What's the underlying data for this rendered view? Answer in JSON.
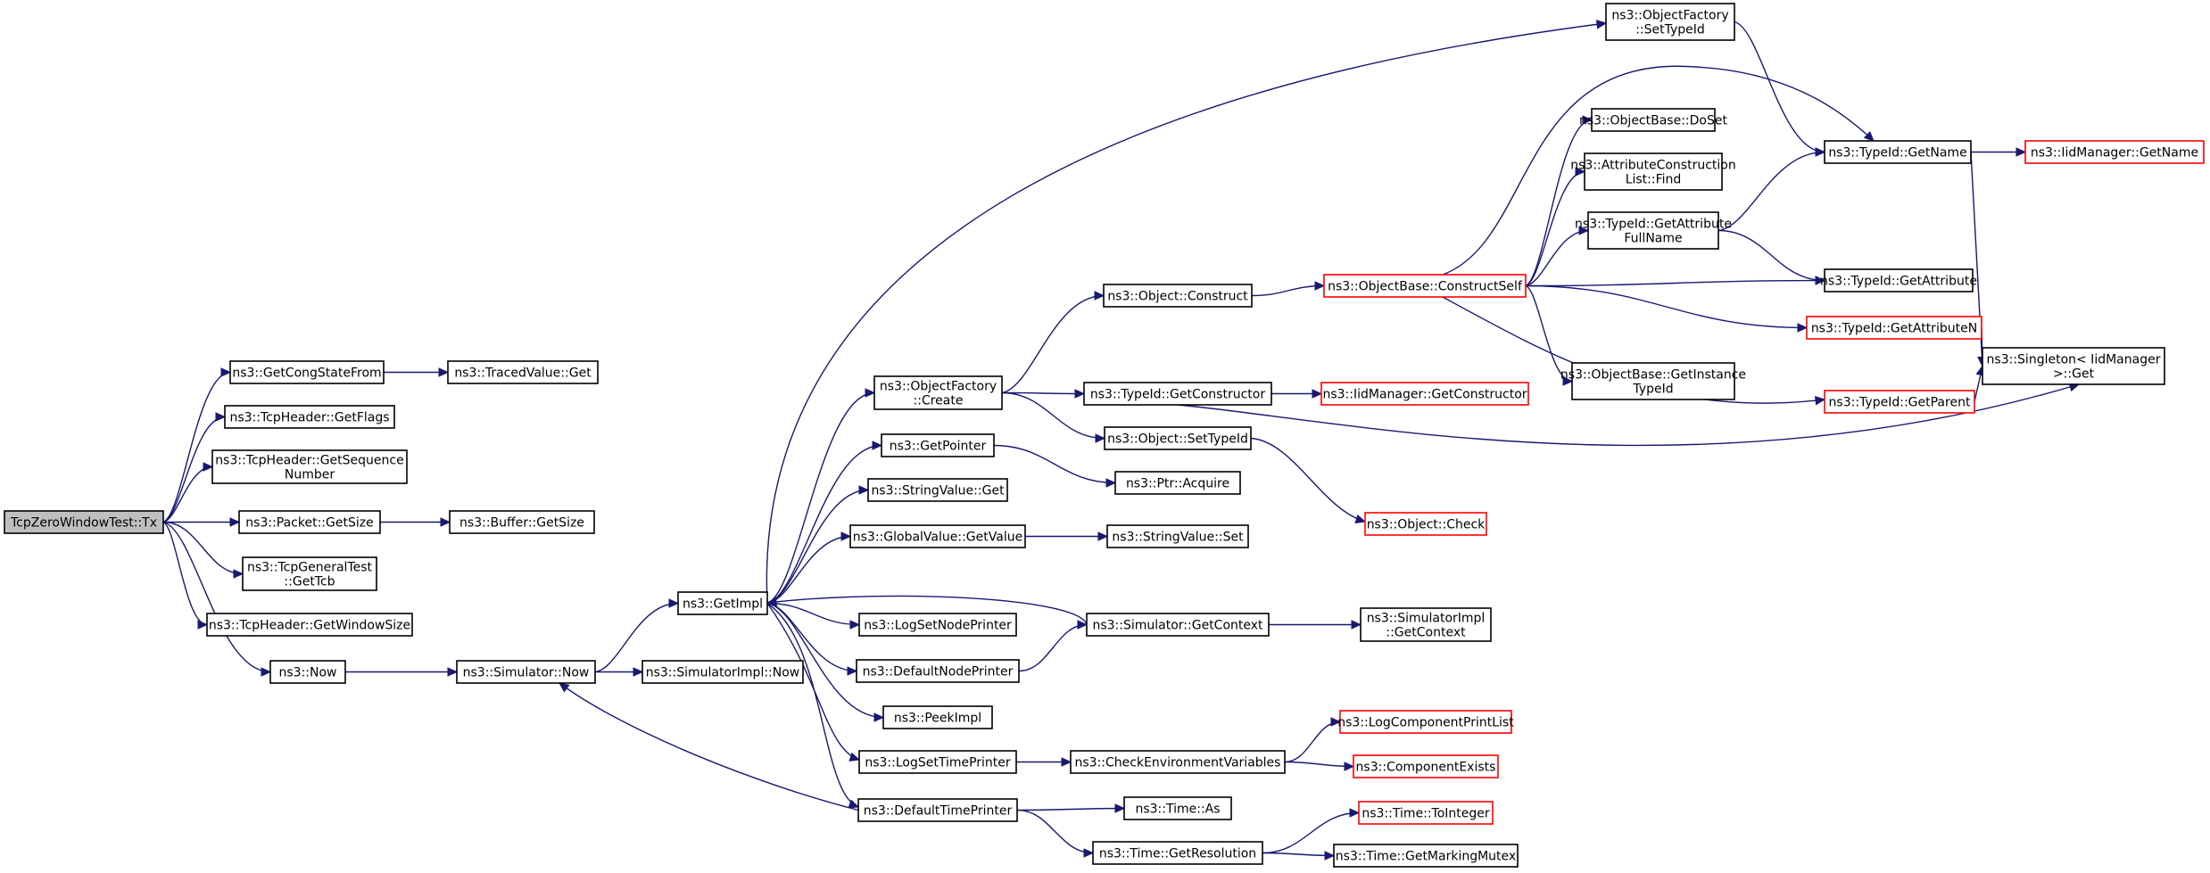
{
  "colors": {
    "edge": "#191970",
    "node_border": "#000000",
    "node_border_truncated": "#ff0000",
    "root_fill": "#bfbfbf",
    "node_fill": "#ffffff"
  },
  "nodes": [
    {
      "id": "root",
      "lines": [
        "TcpZeroWindowTest::Tx"
      ],
      "style": "root"
    },
    {
      "id": "getcong",
      "lines": [
        "ns3::GetCongStateFrom"
      ],
      "style": "normal"
    },
    {
      "id": "tracedget",
      "lines": [
        "ns3::TracedValue::Get"
      ],
      "style": "normal"
    },
    {
      "id": "getflags",
      "lines": [
        "ns3::TcpHeader::GetFlags"
      ],
      "style": "normal"
    },
    {
      "id": "getseq",
      "lines": [
        "ns3::TcpHeader::GetSequence",
        "Number"
      ],
      "style": "normal"
    },
    {
      "id": "pktsize",
      "lines": [
        "ns3::Packet::GetSize"
      ],
      "style": "normal"
    },
    {
      "id": "bufsize",
      "lines": [
        "ns3::Buffer::GetSize"
      ],
      "style": "normal"
    },
    {
      "id": "gettcb",
      "lines": [
        "ns3::TcpGeneralTest",
        "::GetTcb"
      ],
      "style": "normal"
    },
    {
      "id": "getwin",
      "lines": [
        "ns3::TcpHeader::GetWindowSize"
      ],
      "style": "normal"
    },
    {
      "id": "now",
      "lines": [
        "ns3::Now"
      ],
      "style": "normal"
    },
    {
      "id": "simnow",
      "lines": [
        "ns3::Simulator::Now"
      ],
      "style": "normal"
    },
    {
      "id": "simimplnow",
      "lines": [
        "ns3::SimulatorImpl::Now"
      ],
      "style": "normal"
    },
    {
      "id": "getimpl",
      "lines": [
        "ns3::GetImpl"
      ],
      "style": "normal"
    },
    {
      "id": "ofcreate",
      "lines": [
        "ns3::ObjectFactory",
        "::Create"
      ],
      "style": "normal"
    },
    {
      "id": "getpointer",
      "lines": [
        "ns3::GetPointer"
      ],
      "style": "normal"
    },
    {
      "id": "strget",
      "lines": [
        "ns3::StringValue::Get"
      ],
      "style": "normal"
    },
    {
      "id": "gvget",
      "lines": [
        "ns3::GlobalValue::GetValue"
      ],
      "style": "normal"
    },
    {
      "id": "logsetnode",
      "lines": [
        "ns3::LogSetNodePrinter"
      ],
      "style": "normal"
    },
    {
      "id": "defnode",
      "lines": [
        "ns3::DefaultNodePrinter"
      ],
      "style": "normal"
    },
    {
      "id": "peekimpl",
      "lines": [
        "ns3::PeekImpl"
      ],
      "style": "normal"
    },
    {
      "id": "logsettime",
      "lines": [
        "ns3::LogSetTimePrinter"
      ],
      "style": "normal"
    },
    {
      "id": "deftime",
      "lines": [
        "ns3::DefaultTimePrinter"
      ],
      "style": "normal"
    },
    {
      "id": "objconstruct",
      "lines": [
        "ns3::Object::Construct"
      ],
      "style": "normal"
    },
    {
      "id": "tidgetctor",
      "lines": [
        "ns3::TypeId::GetConstructor"
      ],
      "style": "normal"
    },
    {
      "id": "objsettid",
      "lines": [
        "ns3::Object::SetTypeId"
      ],
      "style": "normal"
    },
    {
      "id": "ptracq",
      "lines": [
        "ns3::Ptr::Acquire"
      ],
      "style": "normal"
    },
    {
      "id": "strset",
      "lines": [
        "ns3::StringValue::Set"
      ],
      "style": "normal"
    },
    {
      "id": "simgetctx",
      "lines": [
        "ns3::Simulator::GetContext"
      ],
      "style": "normal"
    },
    {
      "id": "checkenv",
      "lines": [
        "ns3::CheckEnvironmentVariables"
      ],
      "style": "normal"
    },
    {
      "id": "timeas",
      "lines": [
        "ns3::Time::As"
      ],
      "style": "normal"
    },
    {
      "id": "timeres",
      "lines": [
        "ns3::Time::GetResolution"
      ],
      "style": "normal"
    },
    {
      "id": "ofsettid",
      "lines": [
        "ns3::ObjectFactory",
        "::SetTypeId"
      ],
      "style": "normal"
    },
    {
      "id": "obconstructself",
      "lines": [
        "ns3::ObjectBase::ConstructSelf"
      ],
      "style": "truncated"
    },
    {
      "id": "iidgetctor",
      "lines": [
        "ns3::IidManager::GetConstructor"
      ],
      "style": "truncated"
    },
    {
      "id": "objcheck",
      "lines": [
        "ns3::Object::Check"
      ],
      "style": "truncated"
    },
    {
      "id": "simimplctx",
      "lines": [
        "ns3::SimulatorImpl",
        "::GetContext"
      ],
      "style": "normal"
    },
    {
      "id": "logcomplist",
      "lines": [
        "ns3::LogComponentPrintList"
      ],
      "style": "truncated"
    },
    {
      "id": "compexists",
      "lines": [
        "ns3::ComponentExists"
      ],
      "style": "truncated"
    },
    {
      "id": "tointeger",
      "lines": [
        "ns3::Time::ToInteger"
      ],
      "style": "truncated"
    },
    {
      "id": "markingmutex",
      "lines": [
        "ns3::Time::GetMarkingMutex"
      ],
      "style": "normal"
    },
    {
      "id": "obdoset",
      "lines": [
        "ns3::ObjectBase::DoSet"
      ],
      "style": "normal"
    },
    {
      "id": "attrfind",
      "lines": [
        "ns3::AttributeConstruction",
        "List::Find"
      ],
      "style": "normal"
    },
    {
      "id": "tidgetattrfull",
      "lines": [
        "ns3::TypeId::GetAttribute",
        "FullName"
      ],
      "style": "normal"
    },
    {
      "id": "obgetinst",
      "lines": [
        "ns3::ObjectBase::GetInstance",
        "TypeId"
      ],
      "style": "normal"
    },
    {
      "id": "tidgetname",
      "lines": [
        "ns3::TypeId::GetName"
      ],
      "style": "normal"
    },
    {
      "id": "tidgetattr",
      "lines": [
        "ns3::TypeId::GetAttribute"
      ],
      "style": "normal"
    },
    {
      "id": "tidgetattrn",
      "lines": [
        "ns3::TypeId::GetAttributeN"
      ],
      "style": "truncated"
    },
    {
      "id": "tidgetparent",
      "lines": [
        "ns3::TypeId::GetParent"
      ],
      "style": "truncated"
    },
    {
      "id": "iidgetname",
      "lines": [
        "ns3::IidManager::GetName"
      ],
      "style": "truncated"
    },
    {
      "id": "singleton",
      "lines": [
        "ns3::Singleton< IidManager",
        ">::Get"
      ],
      "style": "normal"
    }
  ],
  "edges": [
    [
      "root",
      "getcong"
    ],
    [
      "root",
      "getflags"
    ],
    [
      "root",
      "getseq"
    ],
    [
      "root",
      "pktsize"
    ],
    [
      "root",
      "gettcb"
    ],
    [
      "root",
      "getwin"
    ],
    [
      "root",
      "now"
    ],
    [
      "getcong",
      "tracedget"
    ],
    [
      "pktsize",
      "bufsize"
    ],
    [
      "now",
      "simnow"
    ],
    [
      "simnow",
      "getimpl"
    ],
    [
      "simnow",
      "simimplnow"
    ],
    [
      "getimpl",
      "ofsettid"
    ],
    [
      "getimpl",
      "ofcreate"
    ],
    [
      "getimpl",
      "getpointer"
    ],
    [
      "getimpl",
      "strget"
    ],
    [
      "getimpl",
      "gvget"
    ],
    [
      "getimpl",
      "logsetnode"
    ],
    [
      "getimpl",
      "defnode"
    ],
    [
      "getimpl",
      "peekimpl"
    ],
    [
      "getimpl",
      "logsettime"
    ],
    [
      "getimpl",
      "deftime"
    ],
    [
      "ofcreate",
      "objconstruct"
    ],
    [
      "ofcreate",
      "tidgetctor"
    ],
    [
      "ofcreate",
      "objsettid"
    ],
    [
      "getpointer",
      "ptracq"
    ],
    [
      "gvget",
      "strset"
    ],
    [
      "defnode",
      "simgetctx"
    ],
    [
      "simgetctx",
      "getimpl"
    ],
    [
      "simgetctx",
      "simimplctx"
    ],
    [
      "logsettime",
      "checkenv"
    ],
    [
      "checkenv",
      "logcomplist"
    ],
    [
      "checkenv",
      "compexists"
    ],
    [
      "deftime",
      "simnow"
    ],
    [
      "deftime",
      "timeas"
    ],
    [
      "deftime",
      "timeres"
    ],
    [
      "timeres",
      "tointeger"
    ],
    [
      "timeres",
      "markingmutex"
    ],
    [
      "objconstruct",
      "obconstructself"
    ],
    [
      "tidgetctor",
      "iidgetctor"
    ],
    [
      "tidgetctor",
      "singleton"
    ],
    [
      "objsettid",
      "objcheck"
    ],
    [
      "obconstructself",
      "tidgetname"
    ],
    [
      "obconstructself",
      "obdoset"
    ],
    [
      "obconstructself",
      "attrfind"
    ],
    [
      "obconstructself",
      "tidgetattrfull"
    ],
    [
      "obconstructself",
      "tidgetattr"
    ],
    [
      "obconstructself",
      "tidgetattrn"
    ],
    [
      "obconstructself",
      "obgetinst"
    ],
    [
      "obconstructself",
      "tidgetparent"
    ],
    [
      "tidgetattrfull",
      "tidgetname"
    ],
    [
      "tidgetattrfull",
      "tidgetattr"
    ],
    [
      "ofsettid",
      "tidgetname"
    ],
    [
      "tidgetname",
      "iidgetname"
    ],
    [
      "tidgetname",
      "singleton"
    ],
    [
      "tidgetattrn",
      "singleton"
    ],
    [
      "tidgetparent",
      "singleton"
    ]
  ]
}
